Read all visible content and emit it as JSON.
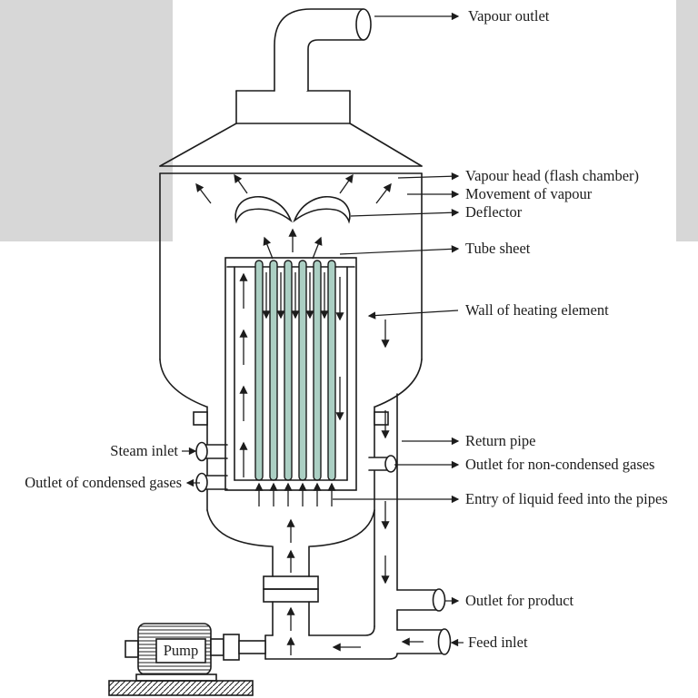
{
  "colors": {
    "line": "#1c1c1c",
    "tube_fill": "#abcfc3",
    "bg_gray": "#d7d7d7"
  },
  "labels": {
    "vapour_outlet": "Vapour outlet",
    "vapour_head": "Vapour head (flash chamber)",
    "movement_of_vapour": "Movement of vapour",
    "deflector": "Deflector",
    "tube_sheet": "Tube sheet",
    "wall_of_heating_element": "Wall of heating element",
    "return_pipe": "Return pipe",
    "outlet_non_condensed_gases": "Outlet for non-condensed gases",
    "entry_of_liquid_feed": "Entry of liquid feed into the pipes",
    "steam_inlet": "Steam inlet",
    "outlet_of_condensed_gases": "Outlet of condensed gases",
    "outlet_for_product": "Outlet for product",
    "feed_inlet": "Feed inlet",
    "pump": "Pump"
  }
}
